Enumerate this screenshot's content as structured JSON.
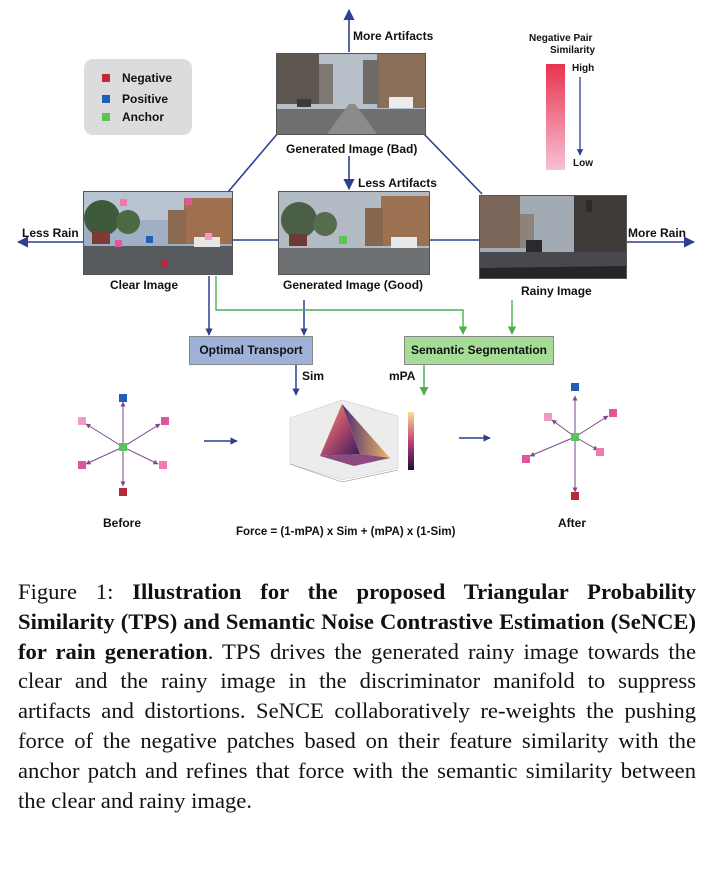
{
  "figure": {
    "labels": {
      "more_artifacts": "More Artifacts",
      "less_artifacts": "Less Artifacts",
      "less_rain": "Less Rain",
      "more_rain": "More Rain",
      "generated_bad": "Generated Image (Bad)",
      "generated_good": "Generated Image (Good)",
      "clear_image": "Clear Image",
      "rainy_image": "Rainy Image",
      "optimal_transport": "Optimal Transport",
      "semantic_segmentation": "Semantic Segmentation",
      "sim": "Sim",
      "mpa": "mPA",
      "before": "Before",
      "after": "After",
      "force_formula": "Force = (1-mPA) x Sim + (mPA) x (1-Sim)"
    },
    "legend": {
      "items": [
        {
          "label": "Negative",
          "color": "#c0283a"
        },
        {
          "label": "Positive",
          "color": "#1f5fb8"
        },
        {
          "label": "Anchor",
          "color": "#5cc25a"
        }
      ]
    },
    "colorbar": {
      "title_line1": "Negative Pair",
      "title_line2": "Similarity",
      "high": "High",
      "low": "Low",
      "color_top": "#e8334f",
      "color_bottom": "#f7c1d4"
    },
    "colors": {
      "arrow": "#2e3f8f",
      "green_line": "#4caf50",
      "ot_box": "#9eb1d9",
      "seg_box": "#a6dd96",
      "pink_neg": "#e2559a",
      "dark_neg": "#b8283a",
      "positive": "#1f5fb8",
      "anchor": "#5cc25a",
      "star_line": "#7a4a8f"
    }
  },
  "caption": {
    "figure_label": "Figure 1:",
    "bold_title": "Illustration for the proposed Triangular Probability Similarity (TPS) and Semantic Noise Contrastive Estimation (SeNCE) for rain generation",
    "body": ". TPS drives the generated rainy image towards the clear and the rainy image in the discriminator manifold to suppress artifacts and distortions. SeNCE collaboratively re-weights the pushing force of the negative patches based on their feature similarity with the anchor patch and refines that force with the semantic similarity between the clear and rainy image."
  }
}
